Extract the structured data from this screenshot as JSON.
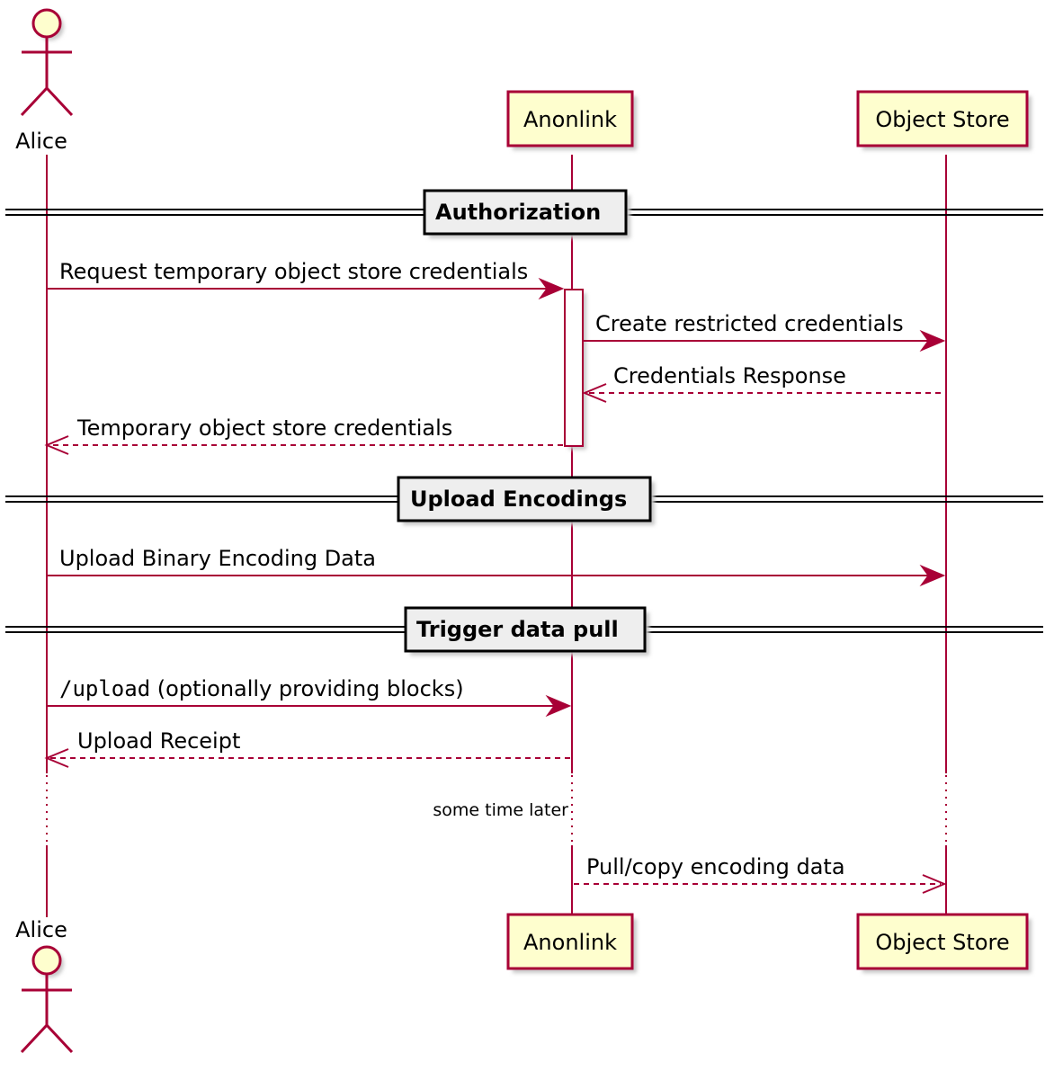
{
  "participants": {
    "alice": "Alice",
    "anonlink": "Anonlink",
    "object_store": "Object Store"
  },
  "separators": {
    "authorization": "Authorization",
    "upload_encodings": "Upload Encodings",
    "trigger_data_pull": "Trigger data pull"
  },
  "messages": {
    "request_credentials": "Request temporary object store credentials",
    "create_restricted": "Create restricted credentials",
    "credentials_response": "Credentials Response",
    "temporary_credentials": "Temporary object store credentials",
    "upload_binary": "Upload Binary Encoding Data",
    "upload_endpoint_code": "/upload",
    "upload_endpoint_rest": " (optionally providing blocks)",
    "upload_receipt": "Upload Receipt",
    "pull_copy": "Pull/copy encoding data"
  },
  "delay": {
    "label": "some time later"
  },
  "colors": {
    "line": "#A80036",
    "participant_fill": "#FEFECE",
    "separator_fill": "#EEEEEE"
  }
}
